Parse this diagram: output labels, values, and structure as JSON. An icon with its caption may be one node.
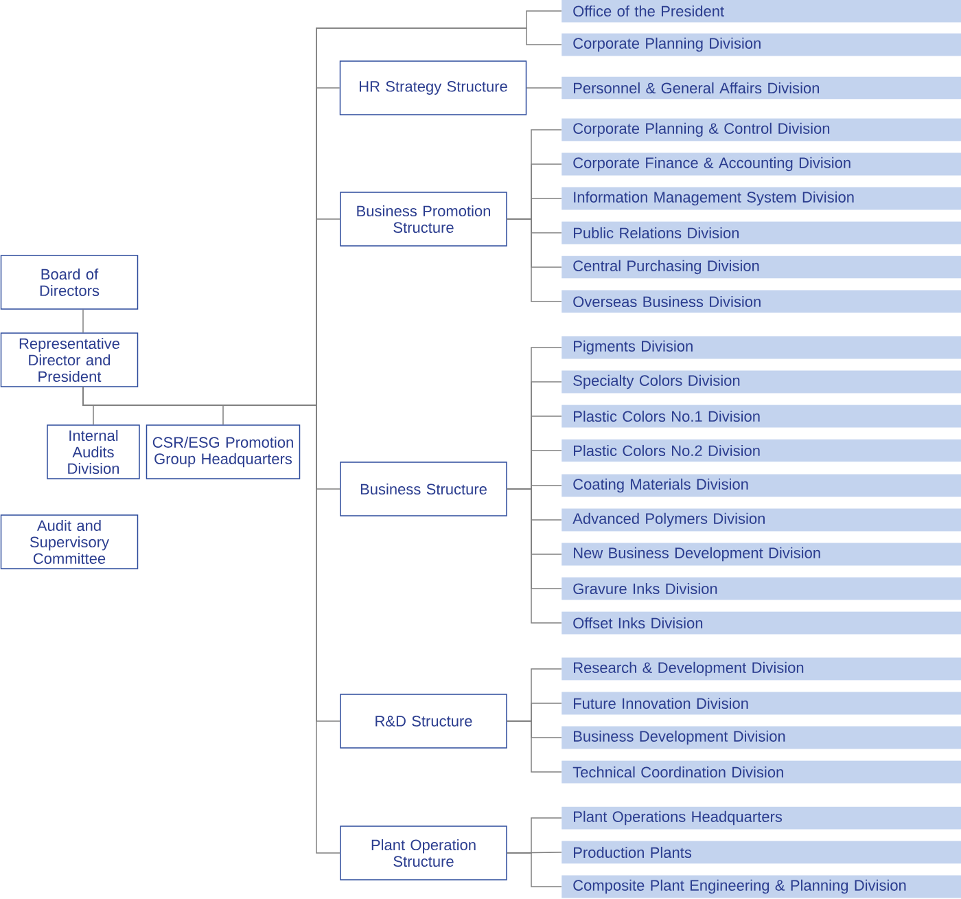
{
  "diagram": {
    "nodes": [
      {
        "text": [
          "Board of Directors"
        ]
      },
      {
        "text": [
          "Representative Director and President"
        ]
      },
      {
        "text": [
          "Internal Audits Division"
        ]
      },
      {
        "text": [
          "CSR/ESG Promotion Group Headquarters"
        ]
      },
      {
        "text": [
          "Audit and Supervisory Committee"
        ]
      },
      {
        "text": [
          "Office of the President"
        ]
      },
      {
        "text": [
          "Corporate Planning Division"
        ]
      },
      {
        "text": [
          "HR Strategy Structure"
        ]
      },
      {
        "text": [
          "Personnel & General Affairs Division"
        ]
      },
      {
        "text": [
          "Business Promotion Structure"
        ]
      },
      {
        "text": [
          "Corporate Planning & Control Division"
        ]
      },
      {
        "text": [
          "Corporate Finance & Accounting Division"
        ]
      },
      {
        "text": [
          "Information Management System Division"
        ]
      },
      {
        "text": [
          "Public Relations Division"
        ]
      },
      {
        "text": [
          "Central Purchasing Division"
        ]
      },
      {
        "text": [
          "Overseas Business Division"
        ]
      },
      {
        "text": [
          "Business Structure"
        ]
      },
      {
        "text": [
          "Pigments Division"
        ]
      },
      {
        "text": [
          "Specialty Colors Division"
        ]
      },
      {
        "text": [
          "Plastic Colors No.1 Division"
        ]
      },
      {
        "text": [
          "Plastic Colors No.2 Division"
        ]
      },
      {
        "text": [
          "Coating Materials Division"
        ]
      },
      {
        "text": [
          "Advanced Polymers Division"
        ]
      },
      {
        "text": [
          "New Business Development Division"
        ]
      },
      {
        "text": [
          "Gravure Inks Division"
        ]
      },
      {
        "text": [
          "Offset Inks Division"
        ]
      },
      {
        "text": [
          "R&D Structure"
        ]
      },
      {
        "text": [
          "Research & Development Division"
        ]
      },
      {
        "text": [
          "Future Innovation Division"
        ]
      },
      {
        "text": [
          "Business Development Division"
        ]
      },
      {
        "text": [
          "Technical Coordination Division"
        ]
      },
      {
        "text": [
          "Plant Operation Structure"
        ]
      },
      {
        "text": [
          "Plant Operations Headquarters"
        ]
      },
      {
        "text": [
          "Production Plants"
        ]
      },
      {
        "text": [
          "Composite Plant Engineering & Planning Division"
        ]
      }
    ],
    "edges": [
      {
        "from": 0,
        "to": 1,
        "arrow": "none"
      },
      {
        "from": 1,
        "to": 2,
        "arrow": "none"
      },
      {
        "from": 1,
        "to": 3,
        "arrow": "none"
      },
      {
        "from": 1,
        "to": 5,
        "arrow": "none"
      },
      {
        "from": 1,
        "to": 6,
        "arrow": "none"
      },
      {
        "from": 1,
        "to": 7,
        "arrow": "none"
      },
      {
        "from": 1,
        "to": 9,
        "arrow": "none"
      },
      {
        "from": 1,
        "to": 16,
        "arrow": "none"
      },
      {
        "from": 1,
        "to": 26,
        "arrow": "none"
      },
      {
        "from": 1,
        "to": 31,
        "arrow": "none"
      },
      {
        "from": 7,
        "to": 8,
        "arrow": "none"
      },
      {
        "from": 9,
        "to": 10,
        "arrow": "none"
      },
      {
        "from": 9,
        "to": 11,
        "arrow": "none"
      },
      {
        "from": 9,
        "to": 12,
        "arrow": "none"
      },
      {
        "from": 9,
        "to": 13,
        "arrow": "none"
      },
      {
        "from": 9,
        "to": 14,
        "arrow": "none"
      },
      {
        "from": 9,
        "to": 15,
        "arrow": "none"
      },
      {
        "from": 16,
        "to": 17,
        "arrow": "none"
      },
      {
        "from": 16,
        "to": 18,
        "arrow": "none"
      },
      {
        "from": 16,
        "to": 19,
        "arrow": "none"
      },
      {
        "from": 16,
        "to": 20,
        "arrow": "none"
      },
      {
        "from": 16,
        "to": 21,
        "arrow": "none"
      },
      {
        "from": 16,
        "to": 22,
        "arrow": "none"
      },
      {
        "from": 16,
        "to": 23,
        "arrow": "none"
      },
      {
        "from": 16,
        "to": 24,
        "arrow": "none"
      },
      {
        "from": 16,
        "to": 25,
        "arrow": "none"
      },
      {
        "from": 26,
        "to": 27,
        "arrow": "none"
      },
      {
        "from": 26,
        "to": 28,
        "arrow": "none"
      },
      {
        "from": 26,
        "to": 29,
        "arrow": "none"
      },
      {
        "from": 26,
        "to": 30,
        "arrow": "none"
      },
      {
        "from": 31,
        "to": 32,
        "arrow": "none"
      },
      {
        "from": 31,
        "to": 33,
        "arrow": "none"
      },
      {
        "from": 31,
        "to": 34,
        "arrow": "none"
      }
    ]
  }
}
